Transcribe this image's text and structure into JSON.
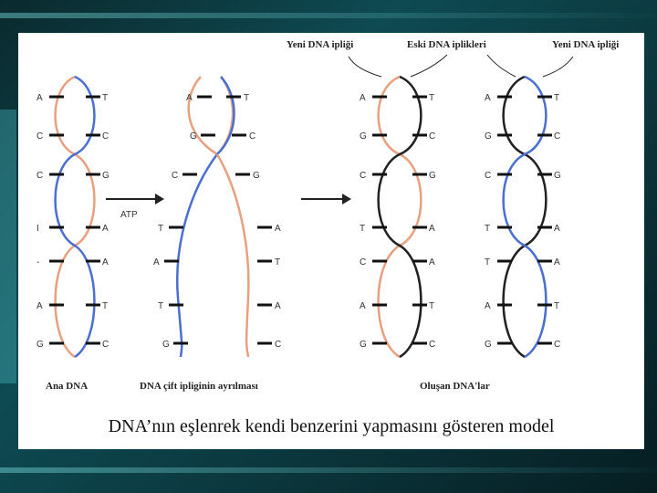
{
  "slide": {
    "caption": "DNA’nın eşlenrek kendi benzerini yapmasını gösteren model"
  },
  "labels": {
    "parent": "Ana DNA",
    "separation": "DNA çift ipliginin ayrılması",
    "result": "Oluşan DNA'lar",
    "arrow1": "ATP",
    "new_strand_left": "Yeni DNA ipliği",
    "old_strands": "Eski DNA iplikleri",
    "new_strand_right": "Yeni DNA ipliği"
  },
  "bases": {
    "parent": [
      [
        "A",
        "T"
      ],
      [
        "C",
        "C"
      ],
      [
        "C",
        "G"
      ],
      [
        "I",
        "A"
      ],
      [
        "-",
        "A"
      ],
      [
        "A",
        "T"
      ],
      [
        "G",
        "C"
      ]
    ],
    "separating": [
      [
        "A",
        "T"
      ],
      [
        "G",
        "C"
      ],
      [
        "C",
        "G"
      ],
      [
        "T",
        "A"
      ],
      [
        "A",
        "T"
      ],
      [
        "T",
        "A"
      ],
      [
        "G",
        "C"
      ]
    ],
    "daughter1": [
      [
        "A",
        "T"
      ],
      [
        "G",
        "C"
      ],
      [
        "C",
        "G"
      ],
      [
        "T",
        "A"
      ],
      [
        "C",
        "A"
      ],
      [
        "A",
        "T"
      ],
      [
        "G",
        "C"
      ]
    ],
    "daughter2": [
      [
        "A",
        "T"
      ],
      [
        "G",
        "C"
      ],
      [
        "C",
        "G"
      ],
      [
        "T",
        "A"
      ],
      [
        "T",
        "A"
      ],
      [
        "A",
        "T"
      ],
      [
        "G",
        "C"
      ]
    ]
  },
  "colors": {
    "old_strand": "#e8a080",
    "new_strand": "#4a6fd0",
    "dark_strand": "#222222",
    "arrow": "#222222"
  }
}
